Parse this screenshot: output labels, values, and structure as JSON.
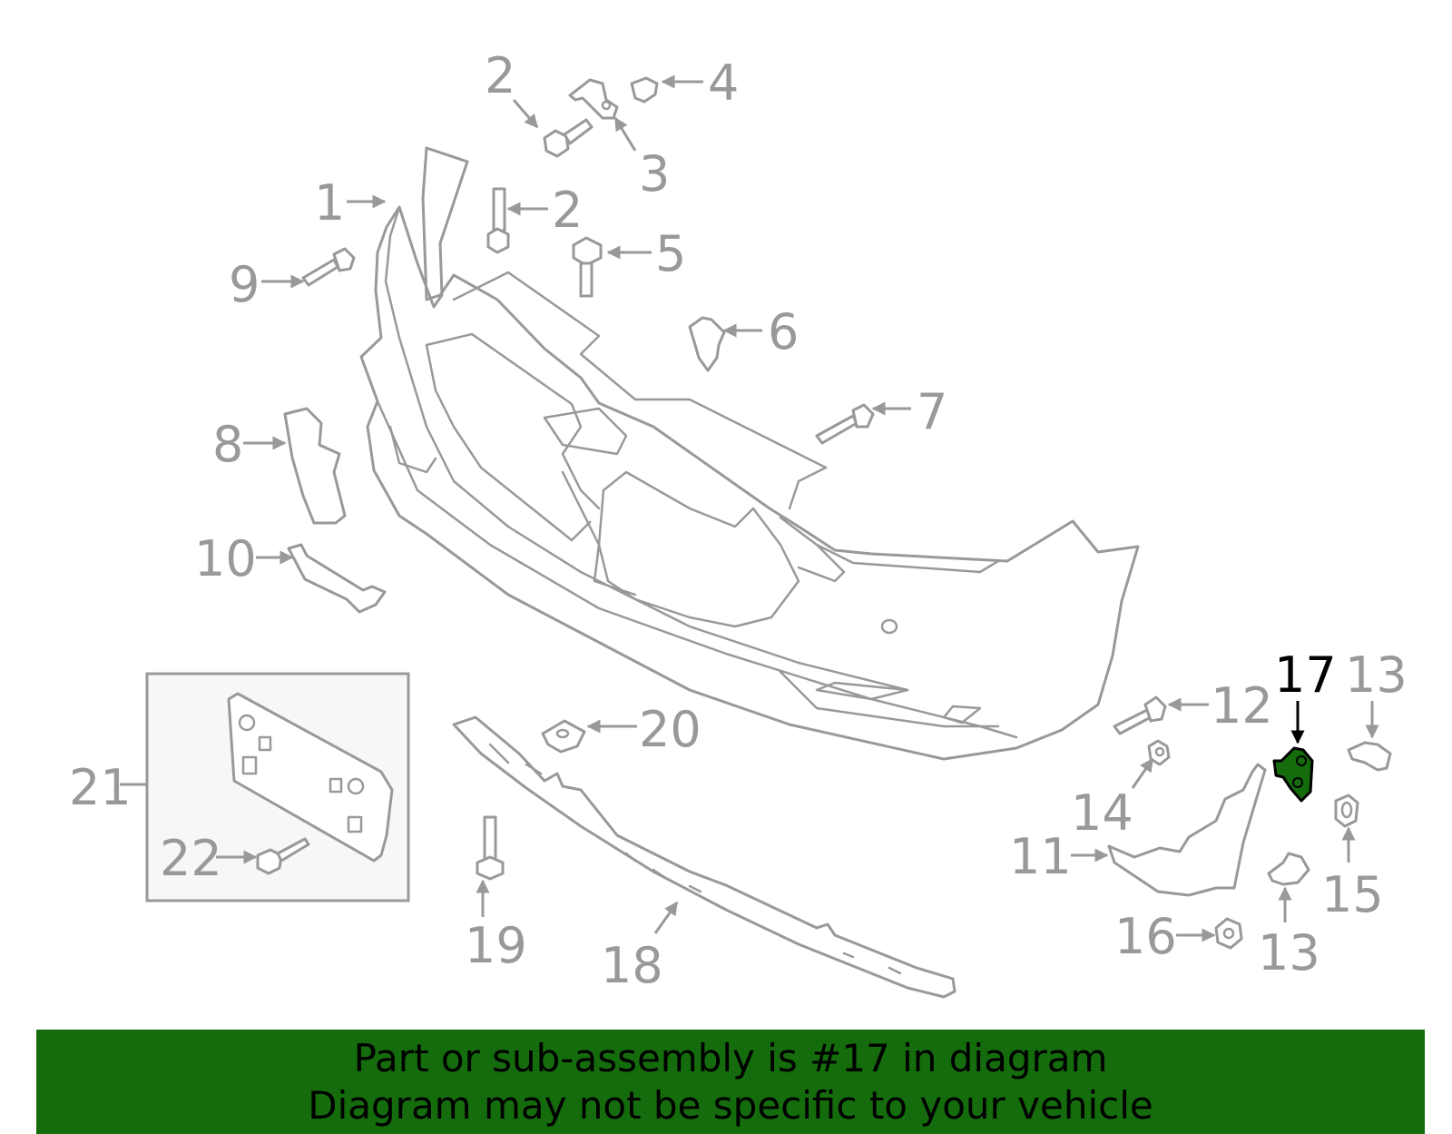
{
  "colors": {
    "line": "#999999",
    "highlight_fill": "#146c0c",
    "banner_bg": "#146c0c",
    "highlight_label": "#000000"
  },
  "highlighted_part": "17",
  "callouts": [
    "1",
    "2",
    "2",
    "3",
    "4",
    "5",
    "6",
    "7",
    "8",
    "9",
    "10",
    "11",
    "12",
    "13",
    "13",
    "14",
    "15",
    "16",
    "17",
    "18",
    "19",
    "20",
    "21",
    "22"
  ],
  "banner": {
    "line1": "Part or sub-assembly is #17 in diagram",
    "line2": "Diagram may not be specific to your vehicle"
  }
}
